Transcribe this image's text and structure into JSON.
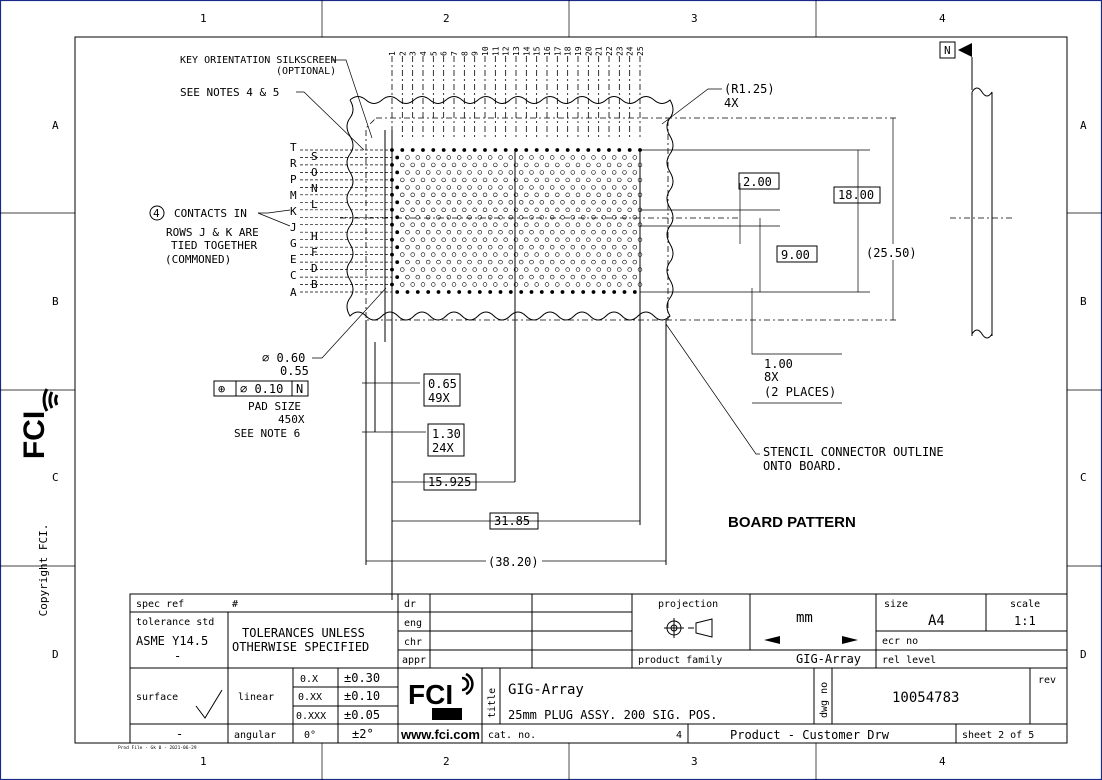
{
  "sheet": {
    "col_labels": [
      "1",
      "2",
      "3",
      "4"
    ],
    "row_labels": [
      "A",
      "B",
      "C",
      "D"
    ],
    "north_label": "N",
    "copyright": "Copyright FCI.",
    "print_stamp": "Prod File - Gk 0 - 2021-06-29"
  },
  "annotations": {
    "key_orientation": "KEY ORIENTATION SILKSCREEN",
    "optional": "(OPTIONAL)",
    "see_notes_45": "SEE NOTES 4 & 5",
    "contacts_num": "4",
    "contacts_in": "CONTACTS IN",
    "rows_jk": "ROWS J & K ARE",
    "tied_together": "TIED TOGETHER",
    "commoned": "(COMMONED)",
    "dia_060": "⌀ 0.60",
    "dia_055": "0.55",
    "fcf_symbol": "⊕",
    "fcf_tol": "⌀ 0.10",
    "fcf_datum": "N",
    "pad_size": "PAD SIZE",
    "pad_count": "450X",
    "see_note_6": "SEE NOTE 6",
    "stencil_1": "STENCIL CONNECTOR OUTLINE",
    "stencil_2": "ONTO BOARD.",
    "board_pattern": "BOARD PATTERN",
    "r125": "(R1.25)",
    "r125_count": "4X",
    "d_100": "1.00",
    "d_100_count": "8X",
    "d_100_places": "(2 PLACES)"
  },
  "dimensions": {
    "d065": "0.65",
    "d065_count": "49X",
    "d130": "1.30",
    "d130_count": "24X",
    "d15925": "15.925",
    "d3185": "31.85",
    "d3820": "(38.20)",
    "d200": "2.00",
    "d900": "9.00",
    "d1800": "18.00",
    "d2550": "(25.50)"
  },
  "rows_left": [
    "T",
    "R",
    "P",
    "M",
    "K",
    "J",
    "G",
    "E",
    "C",
    "A"
  ],
  "rows_right": [
    "S",
    "O",
    "N",
    "L",
    "H",
    "F",
    "D",
    "B"
  ],
  "columns": [
    "1",
    "2",
    "3",
    "4",
    "5",
    "6",
    "7",
    "8",
    "9",
    "10",
    "11",
    "12",
    "13",
    "14",
    "15",
    "16",
    "17",
    "18",
    "19",
    "20",
    "21",
    "22",
    "23",
    "24",
    "25"
  ],
  "title_block": {
    "spec_ref_label": "spec ref",
    "spec_ref_value": "#",
    "tol_std_label": "tolerance std",
    "tol_std_value": "ASME Y14.5",
    "dash1": "-",
    "tolerances_1": "TOLERANCES UNLESS",
    "tolerances_2": "OTHERWISE SPECIFIED",
    "surface_label": "surface",
    "dash2": "-",
    "linear_label": "linear",
    "angular_label": "angular",
    "tol_rows": [
      {
        "format": "0.X",
        "value": "±0.30"
      },
      {
        "format": "0.XX",
        "value": "±0.10"
      },
      {
        "format": "0.XXX",
        "value": "±0.05"
      }
    ],
    "angular_format": "0°",
    "angular_value": "±2°",
    "dr": "dr",
    "eng": "eng",
    "chr": "chr",
    "appr": "appr",
    "projection_label": "projection",
    "units": "mm",
    "size_label": "size",
    "size_value": "A4",
    "scale_label": "scale",
    "scale_value": "1:1",
    "ecr_label": "ecr no",
    "rel_label": "rel level",
    "product_family_label": "product family",
    "product_family_value": "GIG-Array",
    "title_label": "title",
    "title_1": "GIG-Array",
    "title_2": "25mm PLUG ASSY. 200 SIG. POS.",
    "dwg_label": "dwg no",
    "dwg_value": "10054783",
    "rev_label": "rev",
    "website": "www.fci.com",
    "cat_label": "cat. no.",
    "cat_mark": "4",
    "doc_type": "Product - Customer Drw",
    "sheet": "sheet 2 of 5",
    "logo": "FCI"
  }
}
